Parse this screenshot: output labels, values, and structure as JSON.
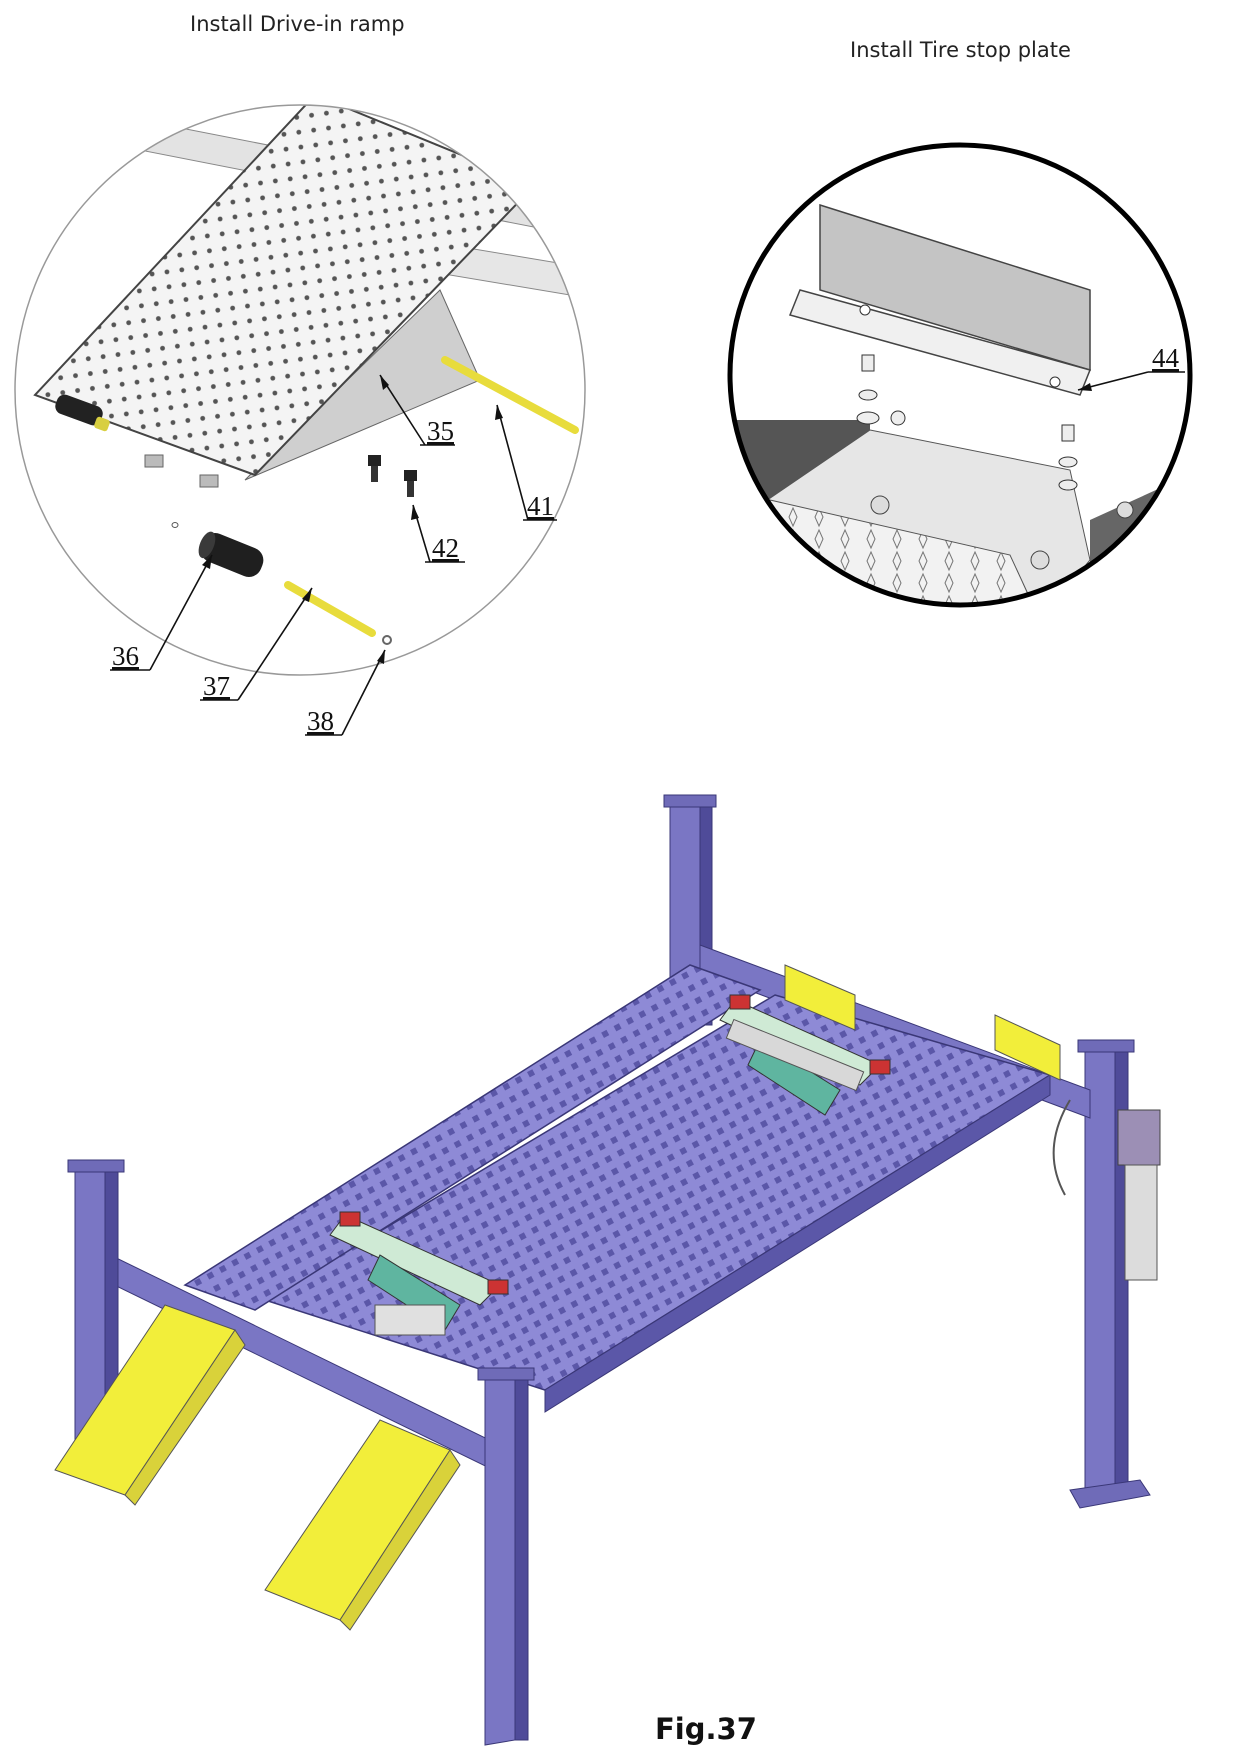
{
  "captions": {
    "drive_in_ramp": "Install Drive-in ramp",
    "tire_stop_plate": "Install  Tire  stop plate"
  },
  "figure_label": "Fig.37",
  "callouts": {
    "c35": "35",
    "c36": "36",
    "c37": "37",
    "c38": "38",
    "c41": "41",
    "c42": "42",
    "c44": "44"
  },
  "colors": {
    "lift_frame": "#7a76c4",
    "runway": "#8e8ad6",
    "ramp": "#f2ee3a",
    "pin": "#e8dc3c",
    "roller": "#222222"
  }
}
